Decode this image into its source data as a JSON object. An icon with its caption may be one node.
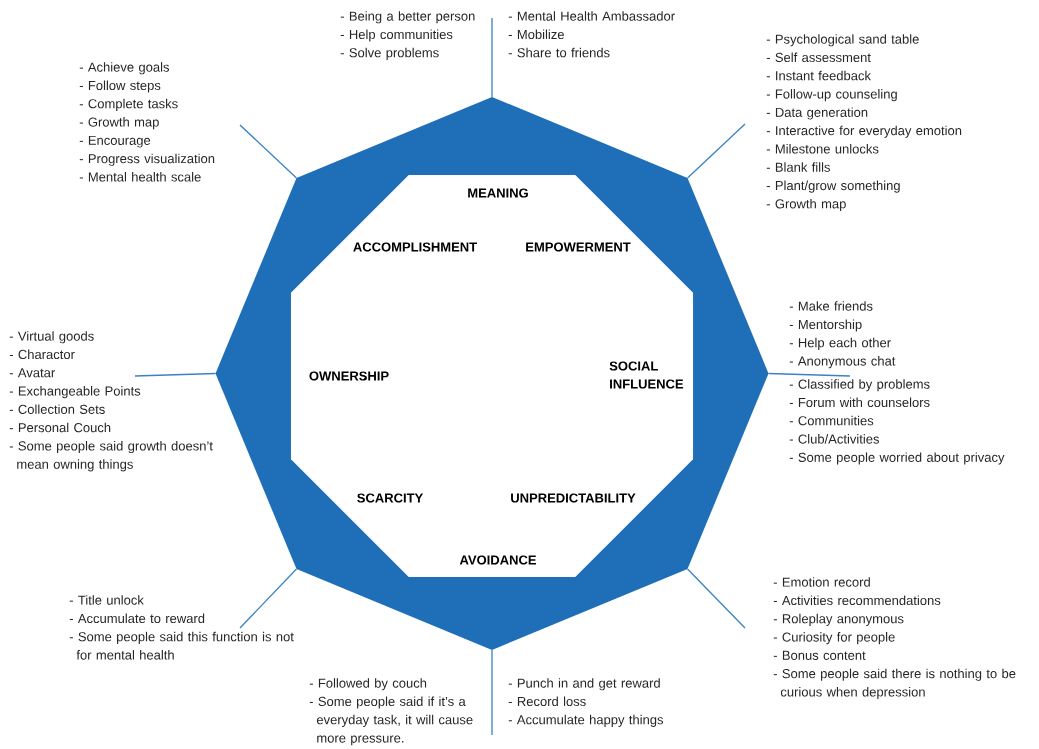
{
  "diagram": {
    "nodes": [
      {
        "text": [],
        "shape": "octagon"
      },
      {
        "text": [
          "MEANING"
        ],
        "in": 0
      },
      {
        "text": [
          "ACCOMPLISHMENT"
        ],
        "in": 0
      },
      {
        "text": [
          "EMPOWERMENT"
        ],
        "in": 0
      },
      {
        "text": [
          "OWNERSHIP"
        ],
        "in": 0
      },
      {
        "text": [
          "SOCIAL INFLUENCE"
        ],
        "in": 0
      },
      {
        "text": [
          "SCARCITY"
        ],
        "in": 0
      },
      {
        "text": [
          "UNPREDICTABILITY"
        ],
        "in": 0
      },
      {
        "text": [
          "AVOIDANCE"
        ],
        "in": 0
      },
      {
        "text": [
          "- Being a better person",
          "- Help communities",
          "- Solve problems"
        ]
      },
      {
        "text": [
          "- Mental Health Ambassador",
          "- Mobilize",
          "- Share to friends"
        ]
      },
      {
        "text": [
          "- Psychological sand table",
          "- Self assessment",
          "- Instant feedback",
          "- Follow-up counseling",
          "- Data generation",
          "- Interactive for everyday emotion",
          "- Milestone unlocks",
          "- Blank fills",
          "- Plant/grow something",
          "- Growth map"
        ]
      },
      {
        "text": [
          "- Achieve goals",
          "- Follow steps",
          "- Complete tasks",
          "- Growth map",
          "- Encourage",
          "- Progress visualization",
          "- Mental health scale"
        ]
      },
      {
        "text": [
          "- Make friends",
          "- Mentorship",
          "- Help each other",
          "- Anonymous chat"
        ]
      },
      {
        "text": [
          "- Virtual goods",
          "- Charactor",
          "- Avatar",
          "- Exchangeable Points",
          "- Collection Sets",
          "- Personal Couch",
          "- Some people said growth doesn’t mean owning things"
        ]
      },
      {
        "text": [
          "- Classified by problems",
          "- Forum with counselors",
          "- Communities",
          "- Club/Activities",
          "- Some people worried about privacy"
        ]
      },
      {
        "text": [
          "- Emotion record",
          "- Activities recommendations",
          "- Roleplay anonymous",
          "- Curiosity for people",
          "- Bonus content",
          "- Some people said there is nothing to be curious when depression"
        ]
      },
      {
        "text": [
          "- Title unlock",
          "- Accumulate to reward",
          "- Some people said this function is not for mental health"
        ]
      },
      {
        "text": [
          "- Followed by couch",
          "- Some people said if it’s a everyday task, it will cause more pressure."
        ]
      },
      {
        "text": [
          "- Punch in and get reward",
          "- Record loss",
          "- Accumulate happy things"
        ]
      }
    ],
    "edges": [
      {
        "from": 0,
        "to": 9,
        "arrow": "none"
      },
      {
        "from": 0,
        "to": 10,
        "arrow": "none"
      },
      {
        "from": 0,
        "to": 11,
        "arrow": "none"
      },
      {
        "from": 0,
        "to": 12,
        "arrow": "none"
      },
      {
        "from": 0,
        "to": 13,
        "arrow": "none"
      },
      {
        "from": 0,
        "to": 15,
        "arrow": "none"
      },
      {
        "from": 0,
        "to": 14,
        "arrow": "none"
      },
      {
        "from": 0,
        "to": 16,
        "arrow": "none"
      },
      {
        "from": 0,
        "to": 17,
        "arrow": "none"
      },
      {
        "from": 0,
        "to": 18,
        "arrow": "none"
      },
      {
        "from": 0,
        "to": 19,
        "arrow": "none"
      }
    ]
  }
}
